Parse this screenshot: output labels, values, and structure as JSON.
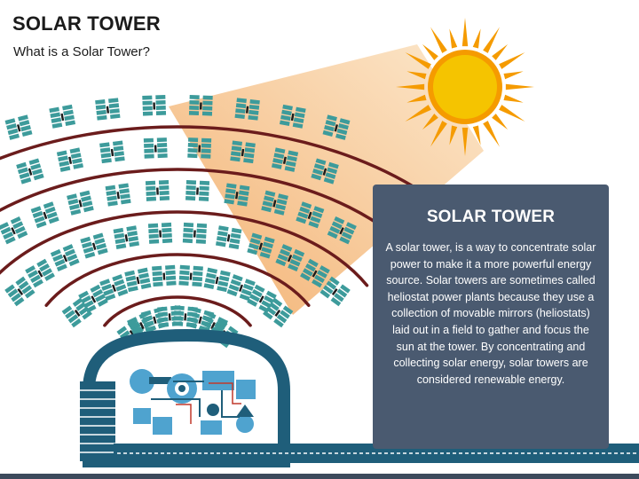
{
  "slide": {
    "title": "SOLAR TOWER",
    "subtitle": "What is a Solar Tower?"
  },
  "info_box": {
    "title": "SOLAR TOWER",
    "body": "A solar tower, is a way to concentrate solar power to make it a more powerful energy source. Solar towers are sometimes called heliostat power plants because they use a collection of movable mirrors (heliostats) laid out in a field to gather and focus the sun at the tower. By concentrating and collecting solar energy, solar towers are considered renewable energy."
  },
  "colors": {
    "heliostat": "#3d9b9b",
    "arc": "#6b1c1c",
    "sun": "#f5c400",
    "sun_rays": "#f59b00",
    "beam": "#f6c894",
    "tower": "#1f5e7a",
    "machinery": "#4fa3cf",
    "info_box": "#4a5a70"
  },
  "icons": [
    "sun-icon",
    "heliostat-icon",
    "power-plant-icon"
  ]
}
